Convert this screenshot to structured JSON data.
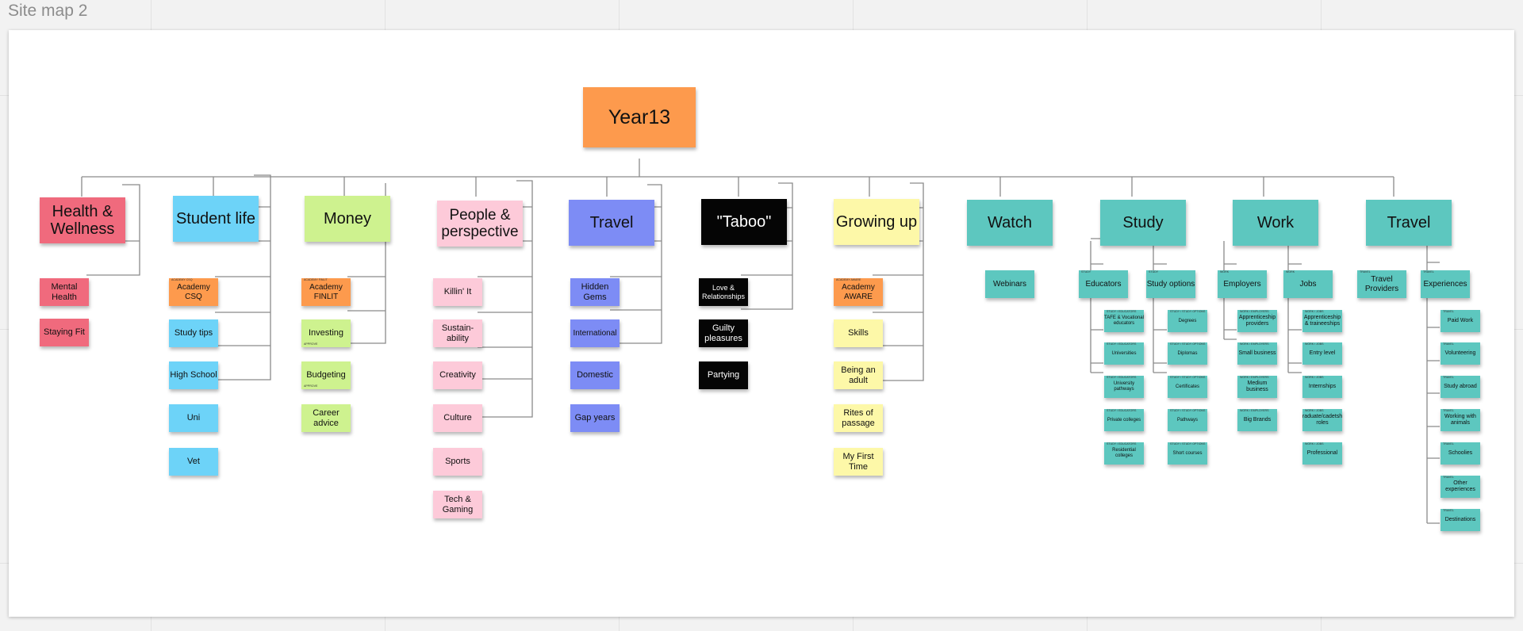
{
  "board": {
    "title": "Site map 2"
  },
  "colors": {
    "orange": "#fd9a4d",
    "red": "#f06a7d",
    "blue": "#6dd3f8",
    "green": "#cef28f",
    "pink": "#fdcad9",
    "periwinkle": "#7d8cf5",
    "black": "#050505",
    "yellow": "#fdf8a8",
    "teal": "#5dc7bf",
    "line": "#8a8a8a"
  },
  "root": {
    "label": "Year13"
  },
  "sections": {
    "health": {
      "label": "Health & Wellness",
      "items": [
        "Mental Health",
        "Staying Fit"
      ]
    },
    "student": {
      "label": "Student life",
      "academy_tag": "ACADEMY CSQ",
      "items": [
        "Academy CSQ",
        "Study tips",
        "High School",
        "Uni",
        "Vet"
      ]
    },
    "money": {
      "label": "Money",
      "academy_tag": "ACADEMY FINLIT",
      "investing_tag": "APPROVE",
      "budgeting_tag": "APPROVE",
      "items": [
        "Academy FINLIT",
        "Investing",
        "Budgeting",
        "Career advice"
      ]
    },
    "people": {
      "label": "People & perspective",
      "items": [
        "Killin' It",
        "Sustain-ability",
        "Creativity",
        "Culture",
        "Sports",
        "Tech & Gaming"
      ]
    },
    "travel1": {
      "label": "Travel",
      "items": [
        "Hidden Gems",
        "International",
        "Domestic",
        "Gap years"
      ]
    },
    "taboo": {
      "label": "\"Taboo\"",
      "items": [
        "Love & Relationships",
        "Guilty pleasures",
        "Partying"
      ]
    },
    "growing": {
      "label": "Growing up",
      "academy_tag": "ACADEMY AWARE",
      "items": [
        "Academy AWARE",
        "Skills",
        "Being an adult",
        "Rites of passage",
        "My First Time"
      ]
    },
    "watch": {
      "label": "Watch",
      "items": [
        "Webinars"
      ]
    },
    "study": {
      "label": "Study",
      "educators": {
        "label": "Educators",
        "tag": "STUDY",
        "child_tag": "STUDY / EDUCATORS",
        "items": [
          "TAFE & Vocational educators",
          "Universities",
          "University pathways",
          "Private colleges",
          "Residential colleges"
        ]
      },
      "options": {
        "label": "Study options",
        "tag": "STUDY",
        "child_tag": "STUDY / STUDY OPTIONS",
        "items": [
          "Degrees",
          "Diplomas",
          "Certificates",
          "Pathways",
          "Short courses"
        ]
      }
    },
    "work": {
      "label": "Work",
      "employers": {
        "label": "Employers",
        "tag": "WORK",
        "child_tag": "WORK / EMPLOYERS",
        "items": [
          "Apprenticeship providers",
          "Small business",
          "Medium business",
          "Big Brands"
        ]
      },
      "jobs": {
        "label": "Jobs",
        "tag": "WORK",
        "child_tag": "WORK / JOBS",
        "items": [
          "Apprenticeship & traineeships",
          "Entry level",
          "Internships",
          "Graduate/cadetship roles",
          "Professional"
        ]
      }
    },
    "travel2": {
      "label": "Travel",
      "providers": {
        "label": "Travel Providers",
        "tag": "TRAVEL"
      },
      "experiences": {
        "label": "Experiences",
        "tag": "TRAVEL",
        "child_tag": "TRAVEL",
        "items": [
          "Paid Work",
          "Volunteering",
          "Study abroad",
          "Working with animals",
          "Schoolies",
          "Other experiences",
          "Destinations"
        ]
      }
    }
  }
}
